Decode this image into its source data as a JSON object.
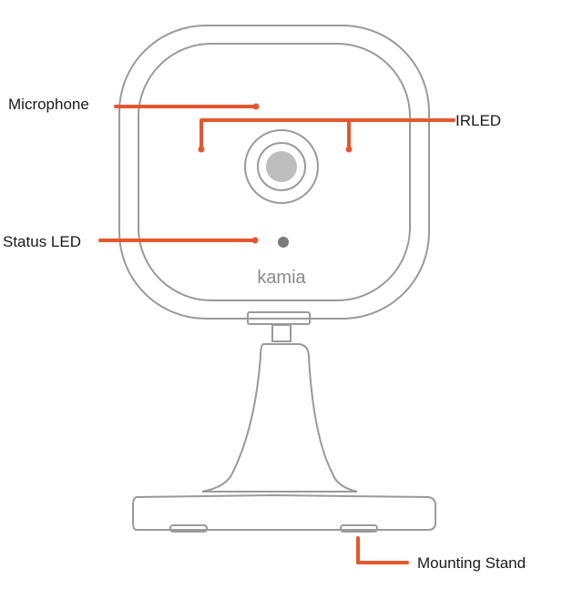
{
  "brand": "kamia",
  "colors": {
    "leader": "#e4572e",
    "outline": "#9a9a9a",
    "lens": "#bdbdbd",
    "status_led": "#7a7a7a",
    "text": "#1a1a1a"
  },
  "labels": {
    "microphone": "Microphone",
    "ir_led": "IRLED",
    "status_led": "Status LED",
    "mounting_stand": "Mounting Stand"
  }
}
